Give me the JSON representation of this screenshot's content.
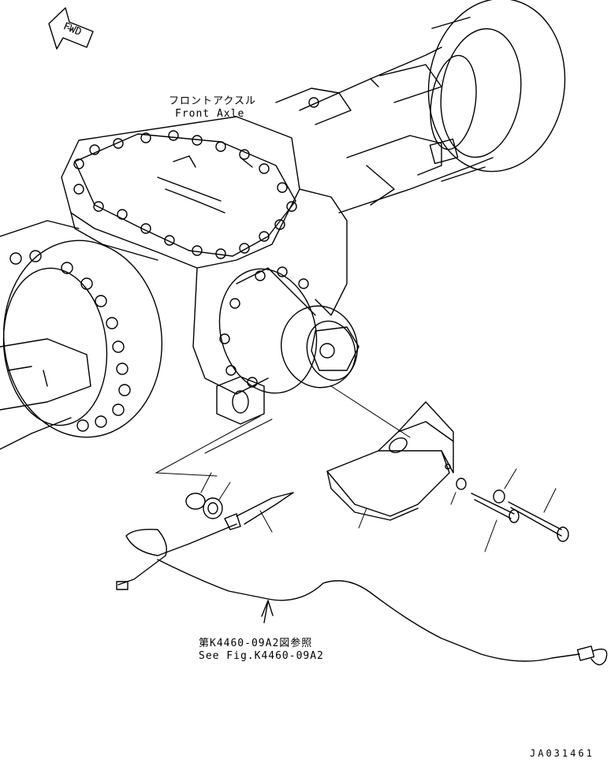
{
  "direction_marker": {
    "text": "FWD",
    "icon": "forward-arrow-icon"
  },
  "front_axle_label": {
    "jp": "フロントアクスル",
    "en": "Front Axle"
  },
  "reference_label": {
    "jp": "第K4460-09A2図参照",
    "en": "See Fig.K4460-09A2"
  },
  "drawing_code": "JA031461"
}
